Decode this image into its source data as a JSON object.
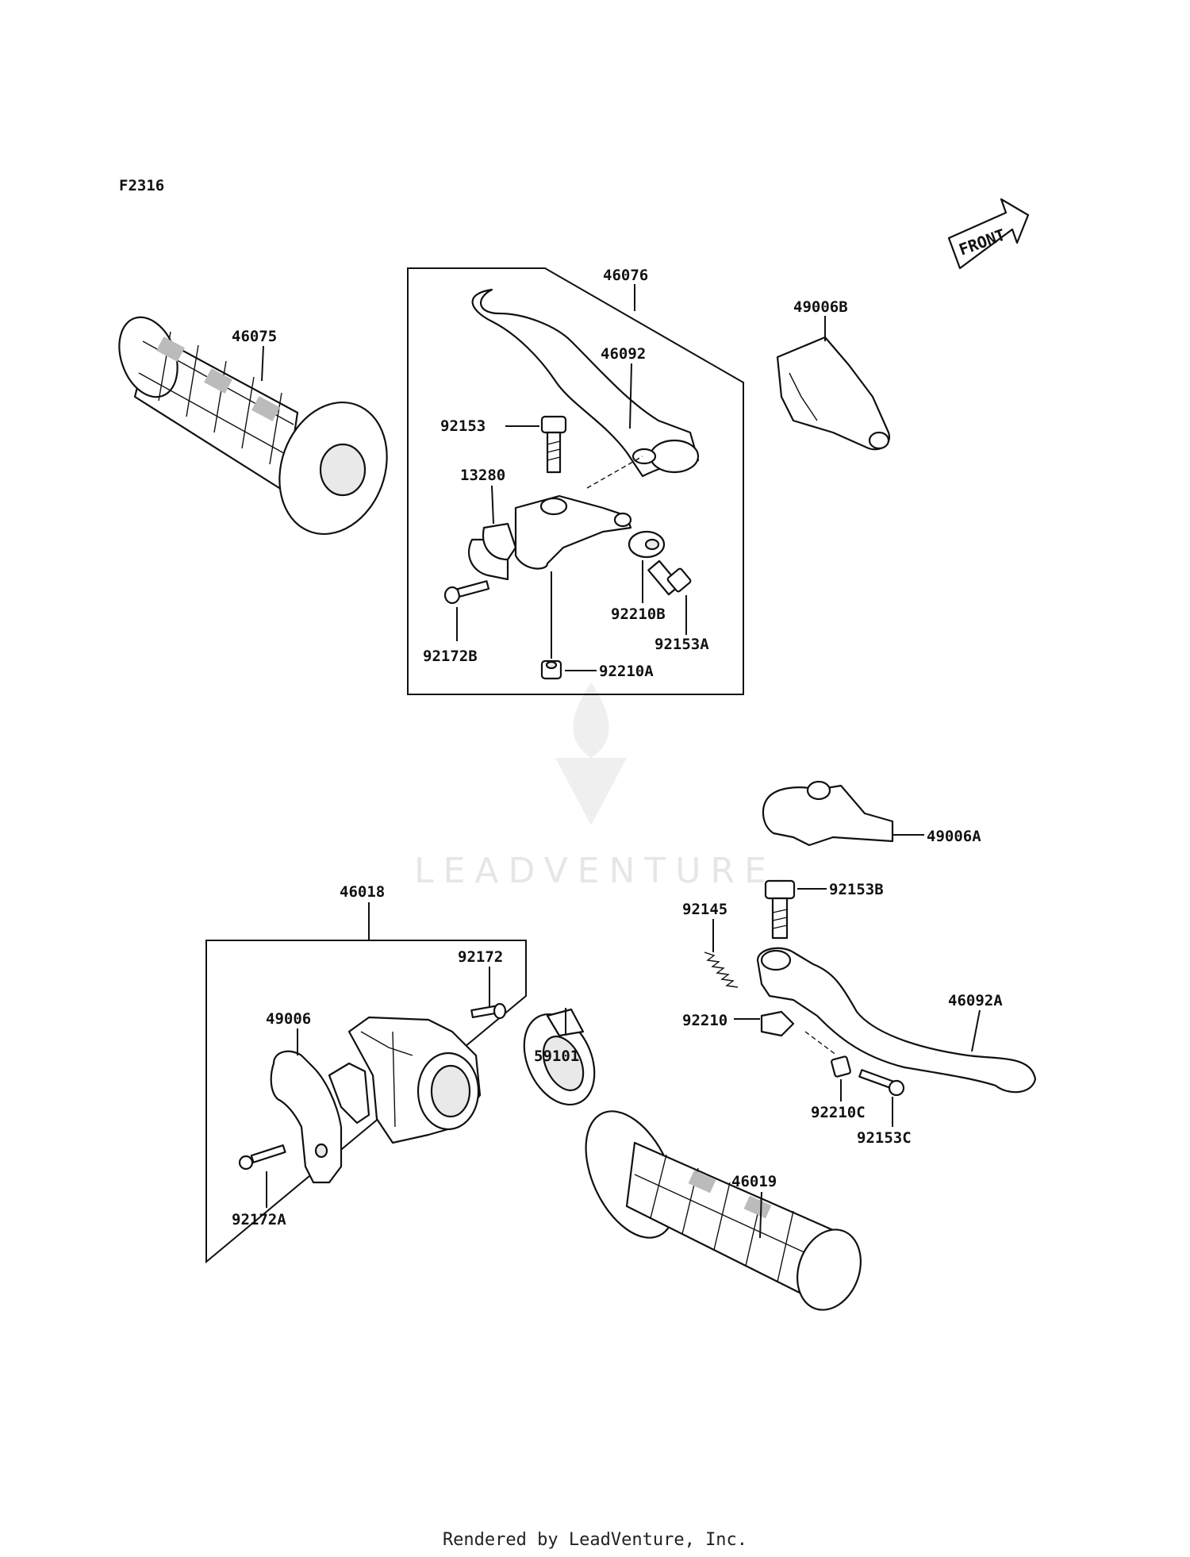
{
  "figure_code": "F2316",
  "front_label": "FRONT",
  "watermark_text": "LEADVENTURE",
  "footer": "Rendered by LeadVenture, Inc.",
  "parts": {
    "p46075": "46075",
    "p46076": "46076",
    "p46092": "46092",
    "p49006B": "49006B",
    "p92153": "92153",
    "p13280": "13280",
    "p92210B": "92210B",
    "p92153A": "92153A",
    "p92172B": "92172B",
    "p92210A": "92210A",
    "p49006A": "49006A",
    "p92153B": "92153B",
    "p92145": "92145",
    "p46092A": "46092A",
    "p92210": "92210",
    "p92210C": "92210C",
    "p92153C": "92153C",
    "p46018": "46018",
    "p92172": "92172",
    "p49006": "49006",
    "p92172A": "92172A",
    "p59101": "59101",
    "p46019": "46019"
  },
  "colors": {
    "line": "#111111",
    "watermark": "#e6e6e6",
    "background": "#ffffff"
  }
}
